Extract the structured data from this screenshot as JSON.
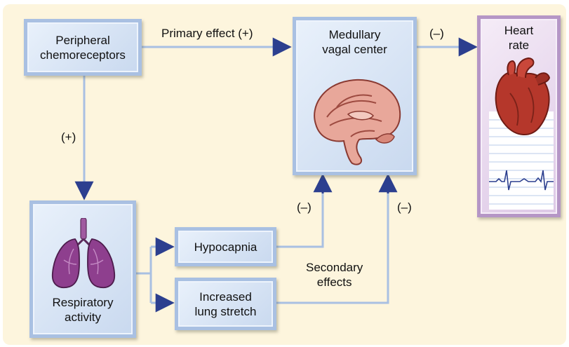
{
  "nodes": {
    "peripheral": "Peripheral\nchemoreceptors",
    "medullary": "Medullary\nvagal center",
    "heart": "Heart\nrate",
    "respiratory": "Respiratory\nactivity",
    "hypocapnia": "Hypocapnia",
    "lung_stretch": "Increased\nlung stretch"
  },
  "edge_labels": {
    "primary_effect": "Primary effect (+)",
    "medullary_to_heart": "(–)",
    "chemo_to_resp": "(+)",
    "hypocapnia_to_medullary": "(–)",
    "stretch_to_medullary": "(–)",
    "secondary_effects": "Secondary\neffects"
  },
  "colors": {
    "arrow": "#2c3f8f",
    "connector": "#a9c0e2",
    "panel": "#fdf5dd"
  },
  "icons": [
    "brain-icon",
    "heart-icon",
    "ecg-icon",
    "lungs-icon"
  ]
}
